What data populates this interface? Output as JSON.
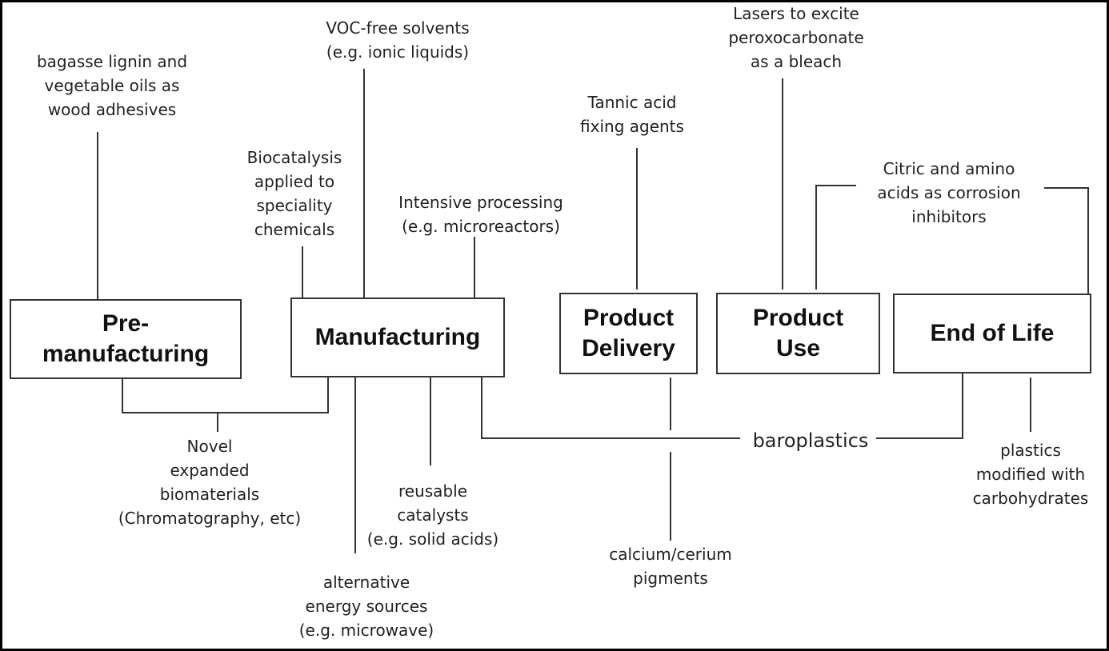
{
  "stages": {
    "pre_manufacturing": "Pre-\nmanufacturing",
    "manufacturing": "Manufacturing",
    "product_delivery": "Product\nDelivery",
    "product_use": "Product\nUse",
    "end_of_life": "End of Life"
  },
  "notes": {
    "bagasse": "bagasse lignin and\nvegetable oils as\nwood adhesives",
    "voc": "VOC-free solvents\n(e.g. ionic liquids)",
    "biocatalysis": "Biocatalysis\napplied to\nspeciality\nchemicals",
    "intensive": "Intensive processing\n(e.g. microreactors)",
    "tannic": "Tannic acid\nfixing agents",
    "lasers": "Lasers to excite\nperoxocarbonate\nas a bleach",
    "citric": "Citric and amino\nacids as corrosion\ninhibitors",
    "novel": "Novel\nexpanded\nbiomaterials\n(Chromatography, etc)",
    "reusable": "reusable\ncatalysts\n(e.g. solid acids)",
    "alternative": "alternative\nenergy sources\n(e.g. microwave)",
    "baroplastics": "baroplastics",
    "calcium": "calcium/cerium\npigments",
    "plastics": "plastics\nmodified with\ncarbohydrates"
  }
}
